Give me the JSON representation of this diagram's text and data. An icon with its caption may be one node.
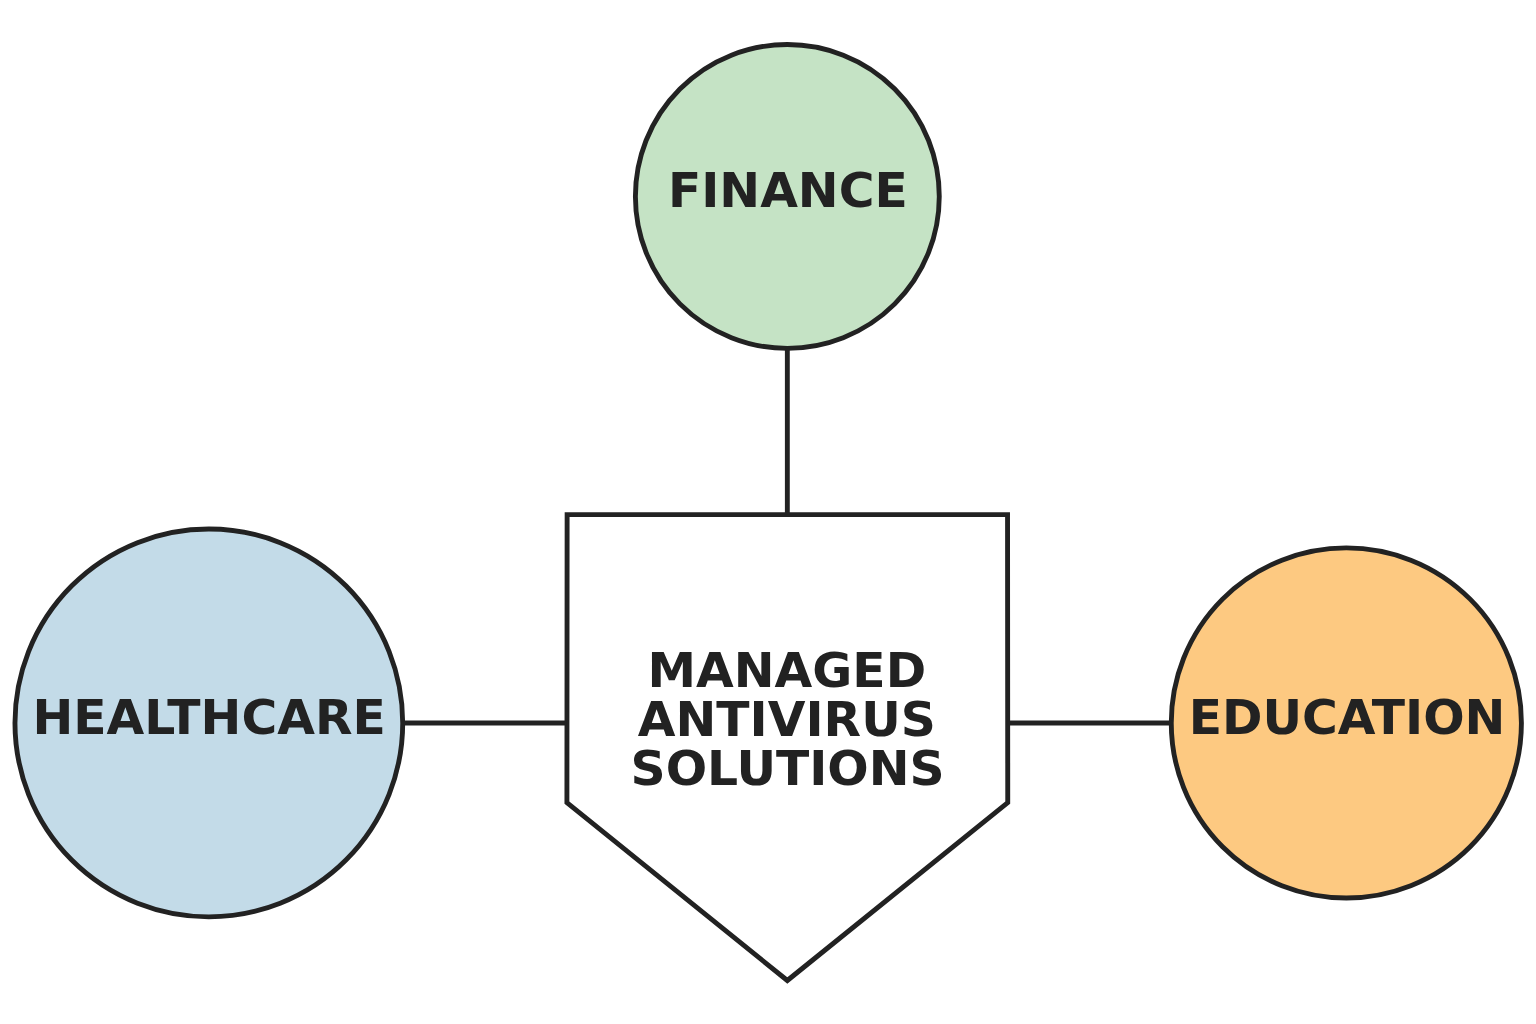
{
  "diagram": {
    "nodes": [
      {
        "text": [
          "FINANCE"
        ]
      },
      {
        "text": [
          "HEALTHCARE"
        ]
      },
      {
        "text": [
          "MANAGED ANTIVIRUS SOLUTIONS"
        ]
      },
      {
        "text": [
          "EDUCATION"
        ]
      }
    ],
    "edges": [
      {
        "from": 0,
        "to": 2,
        "arrow": "none"
      },
      {
        "from": 1,
        "to": 2,
        "arrow": "none"
      },
      {
        "from": 2,
        "to": 3,
        "arrow": "none"
      }
    ]
  }
}
